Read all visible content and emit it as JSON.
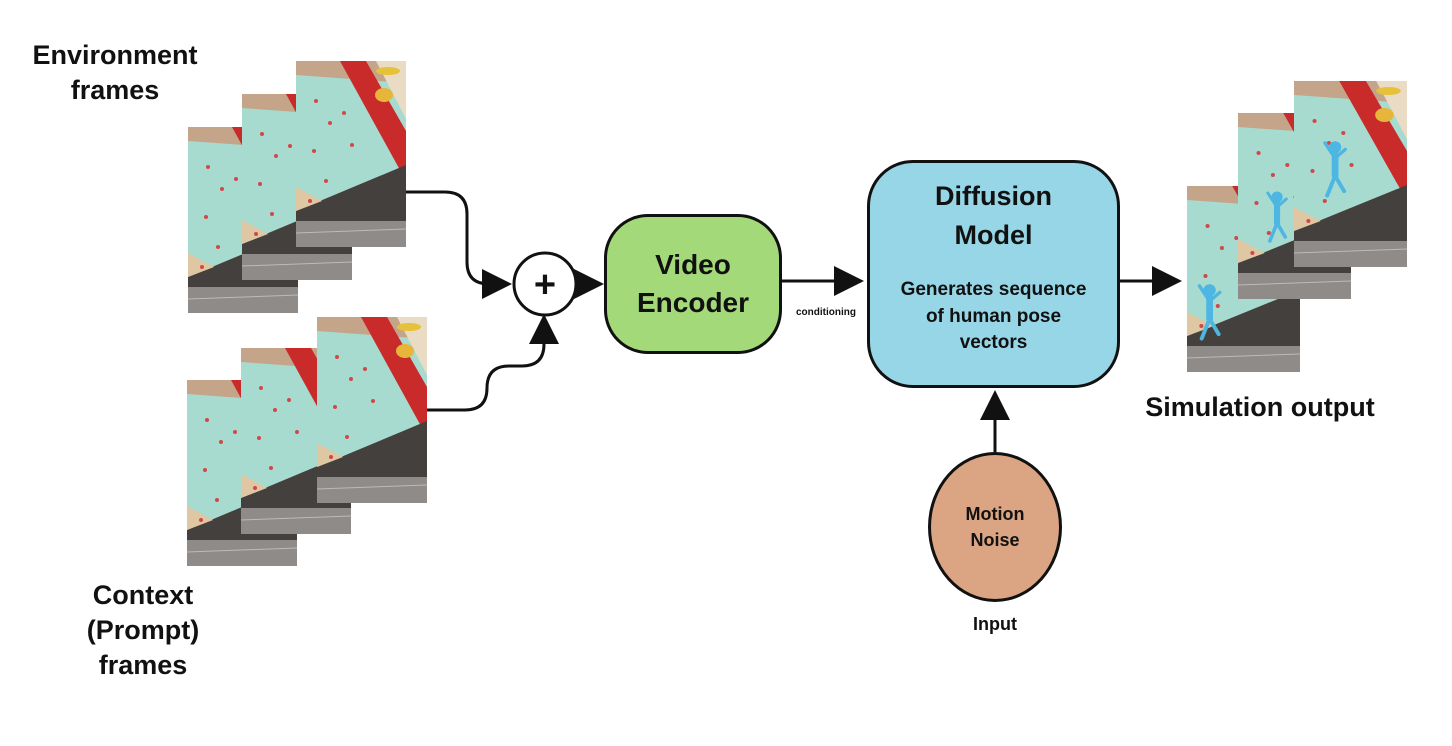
{
  "labels": {
    "environment": "Environment frames",
    "context_line1": "Context",
    "context_line2": "(Prompt)",
    "context_line3": "frames",
    "simulation": "Simulation output",
    "conditioning": "conditioning",
    "input": "Input"
  },
  "nodes": {
    "sum_symbol": "+",
    "encoder_line1": "Video",
    "encoder_line2": "Encoder",
    "diffusion_title_line1": "Diffusion",
    "diffusion_title_line2": "Model",
    "diffusion_desc_line1": "Generates sequence",
    "diffusion_desc_line2": "of human pose",
    "diffusion_desc_line3": "vectors",
    "noise_line1": "Motion",
    "noise_line2": "Noise"
  },
  "colors": {
    "encoder_fill": "#a4d97a",
    "diffusion_fill": "#97d6e6",
    "noise_fill": "#dba483",
    "wall_fill": "#a8dbd0",
    "red_panel": "#c92a2a",
    "floor": "#44403d",
    "climber": "#4db6e2",
    "line": "#111111"
  },
  "icons": {
    "frames": "climbing-wall-frame-image",
    "climber": "human-pose-figure-icon"
  }
}
